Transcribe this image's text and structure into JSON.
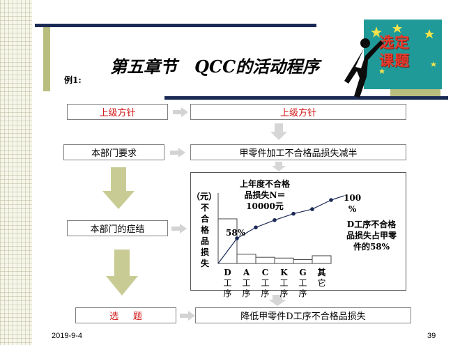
{
  "slide": {
    "title": "第五章节   QCC的活动程序",
    "example_label": "例1:",
    "footer_date": "2019-9-4",
    "page_number": "39",
    "logo_text": [
      "选定",
      "课题"
    ]
  },
  "flow_left": [
    "上级方针",
    "本部门要求",
    "本部门的症结",
    "选     题"
  ],
  "flow_right": [
    "上级方针",
    "甲零件加工不合格品损失减半",
    "降低甲零件D工序不合格品损失"
  ],
  "pareto": {
    "y_axis_label": [
      "（元）",
      "不",
      "合",
      "格",
      "品",
      "损",
      "失"
    ],
    "annotation_lines": [
      "上年度不合格",
      "品损失N＝",
      "10000元"
    ],
    "percent_58": "58%",
    "percent_100": [
      "100",
      "%"
    ],
    "note_lines": [
      "D工序不合格",
      "品损失占甲零",
      "件的58%"
    ],
    "categories": [
      {
        "top": "D",
        "lines": [
          "工",
          "序"
        ]
      },
      {
        "top": "A",
        "lines": [
          "工",
          "序"
        ]
      },
      {
        "top": "C",
        "lines": [
          "工",
          "序"
        ]
      },
      {
        "top": "K",
        "lines": [
          "工",
          "序"
        ]
      },
      {
        "top": "G",
        "lines": [
          "工",
          "序"
        ]
      },
      {
        "top": "其",
        "lines": [
          "它",
          ""
        ]
      }
    ],
    "bar_fractions": [
      0.58,
      0.12,
      0.08,
      0.07,
      0.05,
      0.1
    ],
    "cumulative": [
      0.58,
      0.7,
      0.78,
      0.85,
      0.9,
      1.0
    ]
  },
  "colors": {
    "navy": "#1b2a55",
    "olive": "#b9bd7d",
    "red": "#d11818",
    "teal": "#1f9a98",
    "arrow": "#c8cc94"
  }
}
